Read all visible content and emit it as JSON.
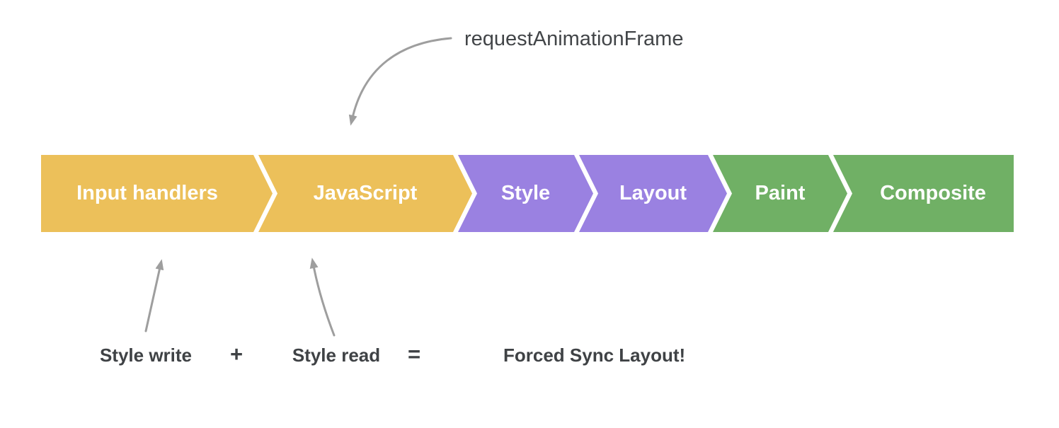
{
  "annotations": {
    "raf": "requestAnimationFrame"
  },
  "pipeline": {
    "segments": [
      {
        "label": "Input handlers",
        "color": "#ecc05a"
      },
      {
        "label": "JavaScript",
        "color": "#ecc05a"
      },
      {
        "label": "Style",
        "color": "#9a81e1"
      },
      {
        "label": "Layout",
        "color": "#9a81e1"
      },
      {
        "label": "Paint",
        "color": "#70b065"
      },
      {
        "label": "Composite",
        "color": "#70b065"
      }
    ]
  },
  "equation": {
    "style_write": "Style write",
    "plus": "+",
    "style_read": "Style read",
    "equals": "=",
    "result": "Forced Sync Layout!"
  },
  "colors": {
    "yellow": "#ecc05a",
    "purple": "#9a81e1",
    "green": "#70b065",
    "arrow": "#9e9e9e",
    "dark_text": "#3f4245",
    "segment_text": "#ffffff",
    "background": "#ffffff"
  }
}
